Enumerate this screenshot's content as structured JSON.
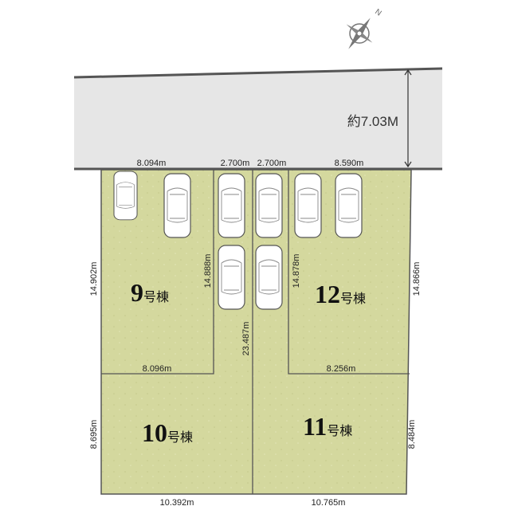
{
  "road": {
    "width_label": "約7.03M"
  },
  "compass": {
    "north_label": "N"
  },
  "top_dimensions": [
    "8.094m",
    "2.700m",
    "2.700m",
    "8.590m"
  ],
  "vertical_dimensions": {
    "lot9_left": "14.902m",
    "lot9_right": "14.888m",
    "driveway": "23.487m",
    "lot12_left": "14.878m",
    "lot12_right": "14.866m",
    "lot10_left": "8.695m",
    "lot11_right": "8.484m"
  },
  "horizontal_dimensions": {
    "lot9_bottom": "8.096m",
    "lot12_bottom": "8.256m",
    "lot10_bottom": "10.392m",
    "lot11_bottom": "10.765m"
  },
  "lots": [
    {
      "number": "9",
      "suffix": "号棟"
    },
    {
      "number": "12",
      "suffix": "号棟"
    },
    {
      "number": "10",
      "suffix": "号棟"
    },
    {
      "number": "11",
      "suffix": "号棟"
    }
  ],
  "colors": {
    "lot": "#d4d89e",
    "road": "#e6e6e6",
    "line": "#555555"
  }
}
